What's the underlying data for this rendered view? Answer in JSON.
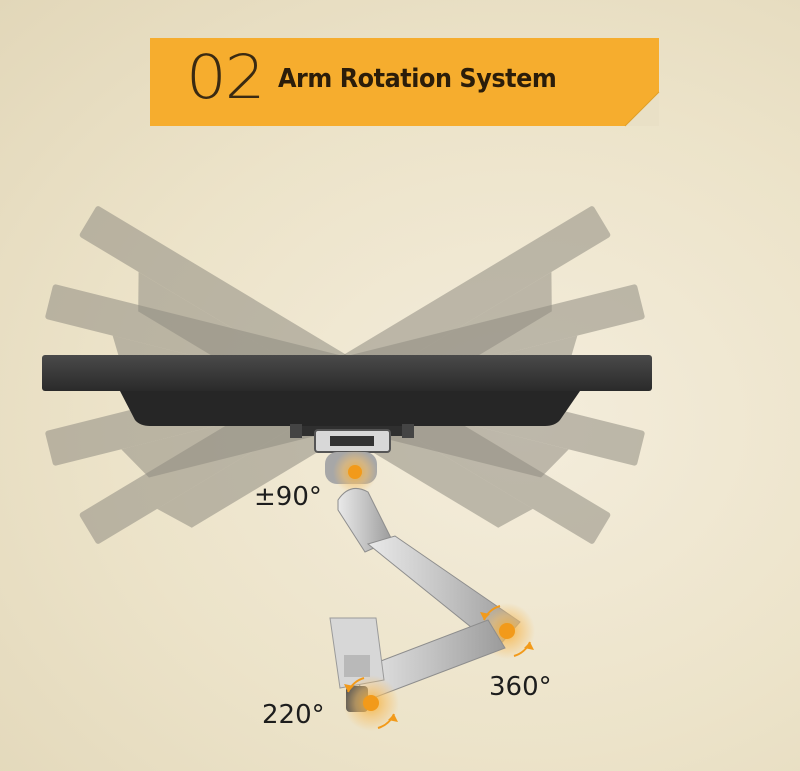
{
  "banner": {
    "number": "02",
    "title": "Arm Rotation System",
    "color": "#f6ad2e"
  },
  "angles": {
    "tilt": "±90°",
    "arm_joint": "360°",
    "base_joint": "220°"
  },
  "colors": {
    "accent": "#f6ad2e",
    "pivot": "#f29a1a",
    "monitor": "#3b3b3b",
    "ghost_monitor": "#9a978c",
    "arm": "#c9c9c9"
  },
  "icons": {
    "pivot_marker": "rotation-arrows-icon"
  }
}
